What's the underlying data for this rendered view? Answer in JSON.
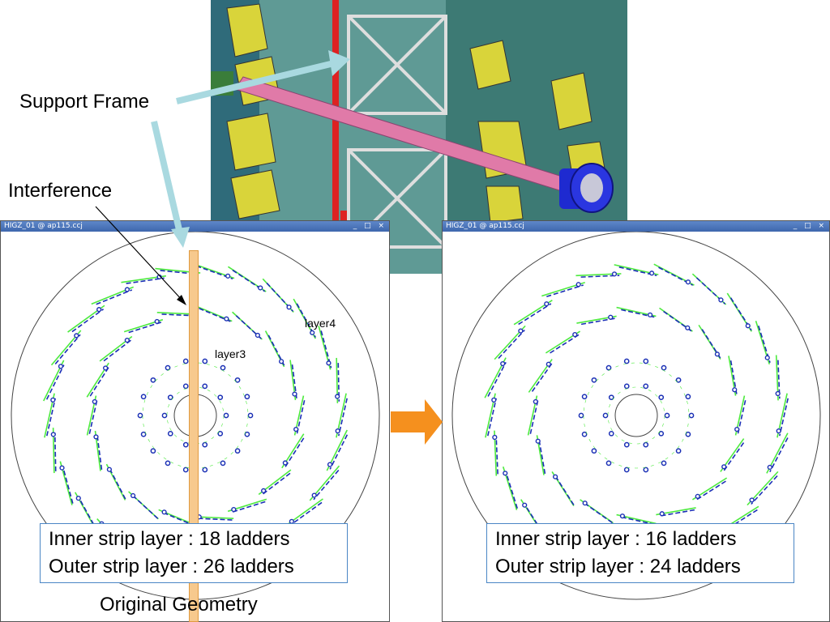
{
  "annotations": {
    "support_frame": "Support Frame",
    "interference": "Interference",
    "layer4": "layer4",
    "layer3": "layer3",
    "original_geometry": "Original Geometry"
  },
  "left_window": {
    "title": "HIGZ_01 @ ap115.ccj",
    "info_line1": "Inner strip layer : 18 ladders",
    "info_line2": "Outer strip layer : 26 ladders",
    "inner_ladders": 18,
    "outer_ladders": 26
  },
  "right_window": {
    "title": "HIGZ_01 @ ap115.ccj",
    "info_line1": "Inner strip layer : 16 ladders",
    "info_line2": "Outer strip layer : 24 ladders",
    "inner_ladders": 16,
    "outer_ladders": 24
  },
  "window_buttons": "_ □ ×",
  "colors": {
    "arrow_blue": "#a9d9e0",
    "arrow_orange": "#f5901e",
    "frame_bar": "#f7c98d",
    "ladder_green": "#4dea3e",
    "ladder_blue": "#1a2fb5",
    "box_border": "#4a86c5",
    "pink_tube": "#e07aa8"
  }
}
